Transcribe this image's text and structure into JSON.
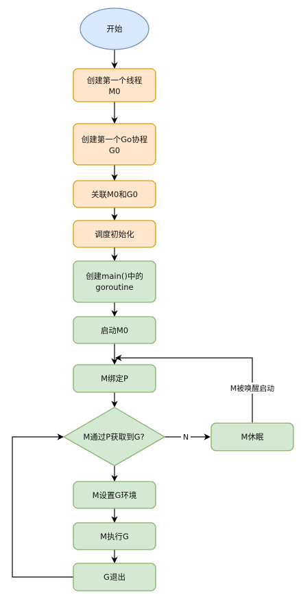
{
  "colors": {
    "start_fill": "#dae8fc",
    "start_stroke": "#6c8ebf",
    "orange_fill": "#ffe6cc",
    "orange_stroke": "#d79b00",
    "green_fill": "#d5e8d4",
    "green_stroke": "#82b366",
    "edge": "#000000"
  },
  "nodes": {
    "start": {
      "text": "开始"
    },
    "create_m0": {
      "line1": "创建第一个线程",
      "line2": "M0"
    },
    "create_g0": {
      "line1": "创建第一个Go协程",
      "line2": "G0"
    },
    "link": {
      "text": "关联M0和G0"
    },
    "sched_init": {
      "text": "调度初始化"
    },
    "create_main": {
      "line1": "创建main()中的",
      "line2": "goroutine"
    },
    "start_m0": {
      "text": "启动M0"
    },
    "bind_p": {
      "text": "M绑定P"
    },
    "decision": {
      "text": "M通过P获取到G?"
    },
    "m_sleep": {
      "text": "M休眠"
    },
    "set_env": {
      "text": "M设置G环境"
    },
    "exec_g": {
      "text": "M执行G"
    },
    "g_exit": {
      "text": "G退出"
    }
  },
  "edges": {
    "no_label": "N",
    "wake_label": "M被唤醒启动"
  }
}
